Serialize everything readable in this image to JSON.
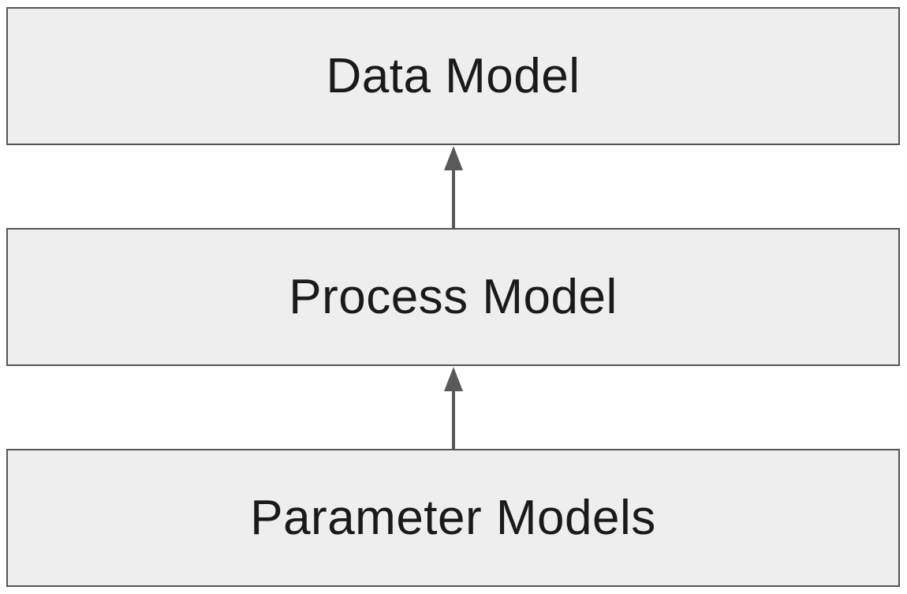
{
  "diagram": {
    "boxes": [
      {
        "label": "Data Model"
      },
      {
        "label": "Process Model"
      },
      {
        "label": "Parameter Models"
      }
    ],
    "colors": {
      "box_fill": "#eeeeee",
      "box_border": "#555555",
      "arrow": "#595959",
      "text": "#1a1a1a"
    },
    "arrows": [
      {
        "from": "Process Model",
        "to": "Data Model",
        "icon": "arrow-up-icon"
      },
      {
        "from": "Parameter Models",
        "to": "Process Model",
        "icon": "arrow-up-icon"
      }
    ]
  }
}
